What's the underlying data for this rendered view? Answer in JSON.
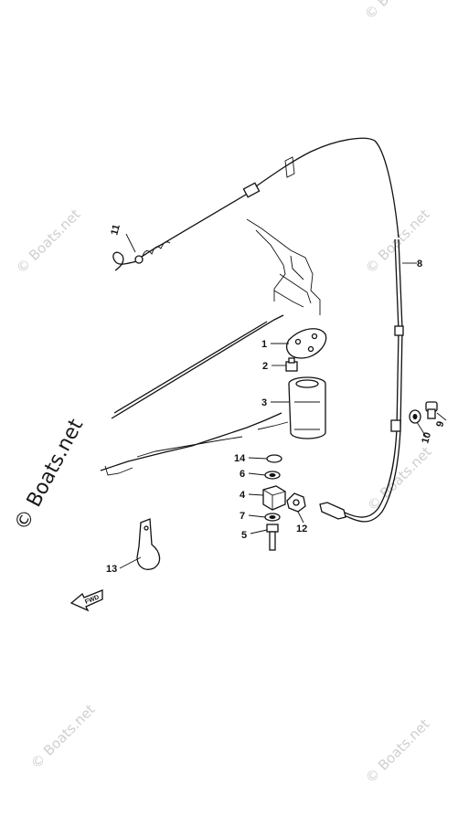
{
  "diagram": {
    "callouts": [
      {
        "id": "c1",
        "label": "1"
      },
      {
        "id": "c2",
        "label": "2"
      },
      {
        "id": "c3",
        "label": "3"
      },
      {
        "id": "c4",
        "label": "4"
      },
      {
        "id": "c5",
        "label": "5"
      },
      {
        "id": "c6",
        "label": "6"
      },
      {
        "id": "c7",
        "label": "7"
      },
      {
        "id": "c8",
        "label": "8"
      },
      {
        "id": "c9",
        "label": "9"
      },
      {
        "id": "c10",
        "label": "10"
      },
      {
        "id": "c11",
        "label": "11"
      },
      {
        "id": "c12",
        "label": "12"
      },
      {
        "id": "c13",
        "label": "13"
      },
      {
        "id": "c14",
        "label": "14"
      }
    ],
    "direction_arrow": "FWD"
  },
  "watermark": {
    "text": "© Boats.net",
    "color": "#cfcfcf"
  }
}
